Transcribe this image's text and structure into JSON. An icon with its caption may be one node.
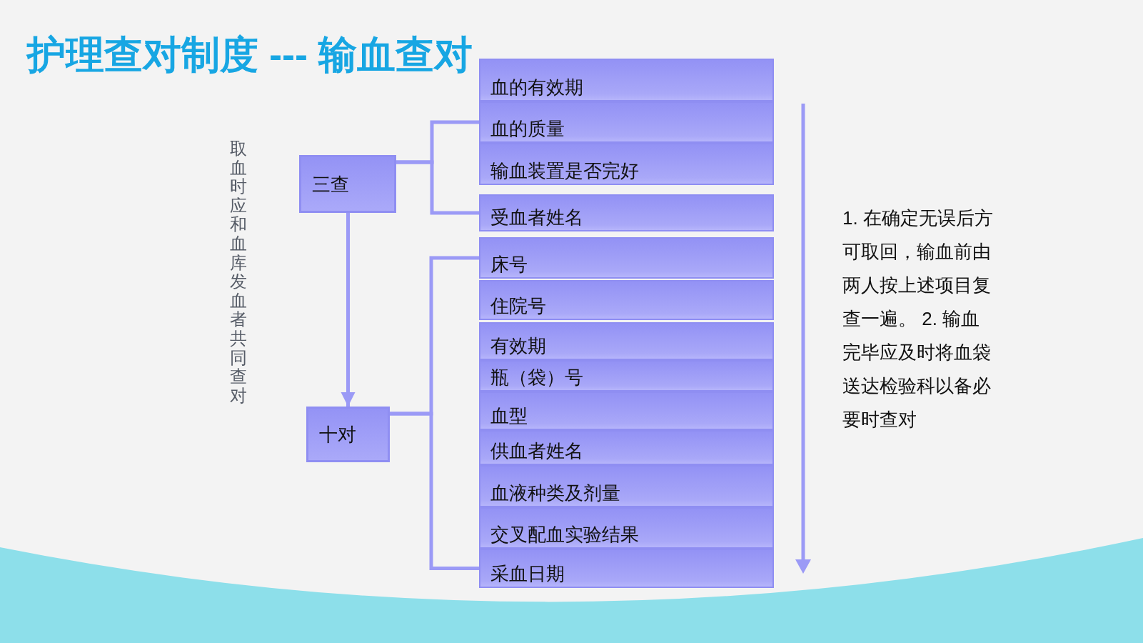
{
  "diagram": {
    "title": "护理查对制度 --- 输血查对",
    "nodes": [
      {
        "text": [
          "三查"
        ]
      },
      {
        "text": [
          "十对"
        ]
      },
      {
        "text": [
          "血的有效期"
        ]
      },
      {
        "text": [
          "血的质量"
        ]
      },
      {
        "text": [
          "输血装置是否完好"
        ]
      },
      {
        "text": [
          "受血者姓名"
        ]
      },
      {
        "text": [
          "床号"
        ]
      },
      {
        "text": [
          "住院号"
        ]
      },
      {
        "text": [
          "有效期"
        ]
      },
      {
        "text": [
          "瓶（袋）号"
        ]
      },
      {
        "text": [
          "血型"
        ]
      },
      {
        "text": [
          "供血者姓名"
        ]
      },
      {
        "text": [
          "血液种类及剂量"
        ]
      },
      {
        "text": [
          "交叉配血实验结果"
        ]
      },
      {
        "text": [
          "采血日期"
        ]
      }
    ],
    "edges": [
      {
        "from": 0,
        "to": 1,
        "arrow": "to"
      },
      {
        "from": 0,
        "to": 3,
        "arrow": "none"
      },
      {
        "from": 0,
        "to": 5,
        "arrow": "none"
      },
      {
        "from": 1,
        "to": 6,
        "arrow": "none"
      },
      {
        "from": 1,
        "to": 14,
        "arrow": "none"
      }
    ],
    "labels": [
      "取血时应和血库发血者共同查对",
      "1. 在确定无误后方可取回，输血前由两人按上述项目复查一遍。 2. 输血完毕应及时将血袋送达检验科以备必要时查对"
    ]
  }
}
